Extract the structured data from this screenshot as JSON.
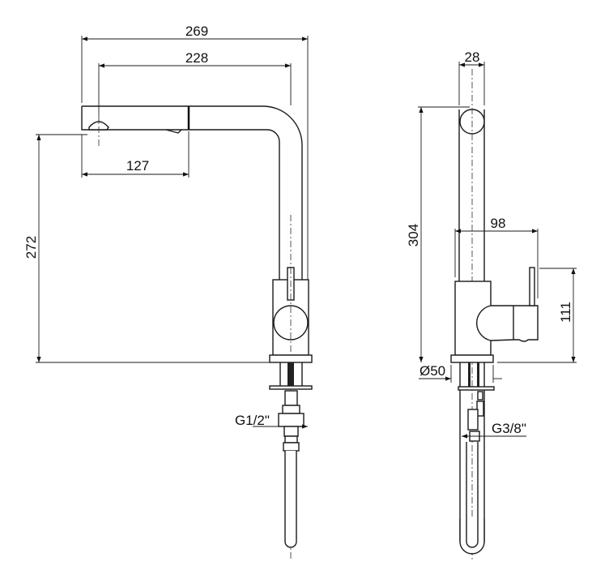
{
  "drawing": {
    "front_view": {
      "dimensions": {
        "overall_reach": "269",
        "spout_reach": "228",
        "pullout_head_length": "127",
        "spout_height": "272",
        "inlet_thread": "G1/2\""
      }
    },
    "side_view": {
      "dimensions": {
        "tube_diameter": "28",
        "total_height": "304",
        "handle_depth": "98",
        "handle_height": "111",
        "base_diameter": "Ø50",
        "hose_thread": "G3/8\""
      }
    }
  }
}
